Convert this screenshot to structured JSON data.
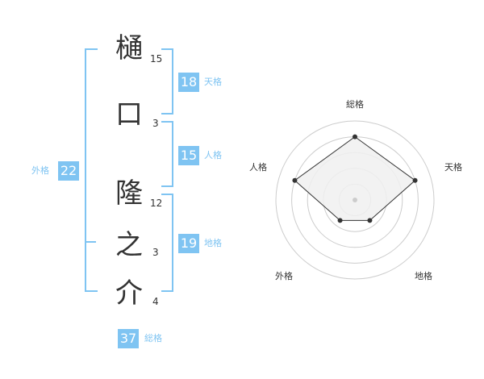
{
  "name": {
    "chars": [
      {
        "char": "樋",
        "strokes": "15"
      },
      {
        "char": "口",
        "strokes": "3"
      },
      {
        "char": "隆",
        "strokes": "12"
      },
      {
        "char": "之",
        "strokes": "3"
      },
      {
        "char": "介",
        "strokes": "4"
      }
    ]
  },
  "fortunes": {
    "tenkaku": {
      "label": "天格",
      "value": "18"
    },
    "jinkaku": {
      "label": "人格",
      "value": "15"
    },
    "chikaku": {
      "label": "地格",
      "value": "19"
    },
    "gaikaku": {
      "label": "外格",
      "value": "22"
    },
    "soukaku": {
      "label": "総格",
      "value": "37"
    }
  },
  "chart_data": {
    "type": "radar",
    "axes": [
      "総格",
      "天格",
      "地格",
      "外格",
      "人格"
    ],
    "values": [
      5,
      5,
      2,
      2,
      5
    ],
    "max": 5,
    "colors": {
      "fill": "#f0f0f0",
      "line": "#333333",
      "ring": "#cccccc"
    }
  }
}
